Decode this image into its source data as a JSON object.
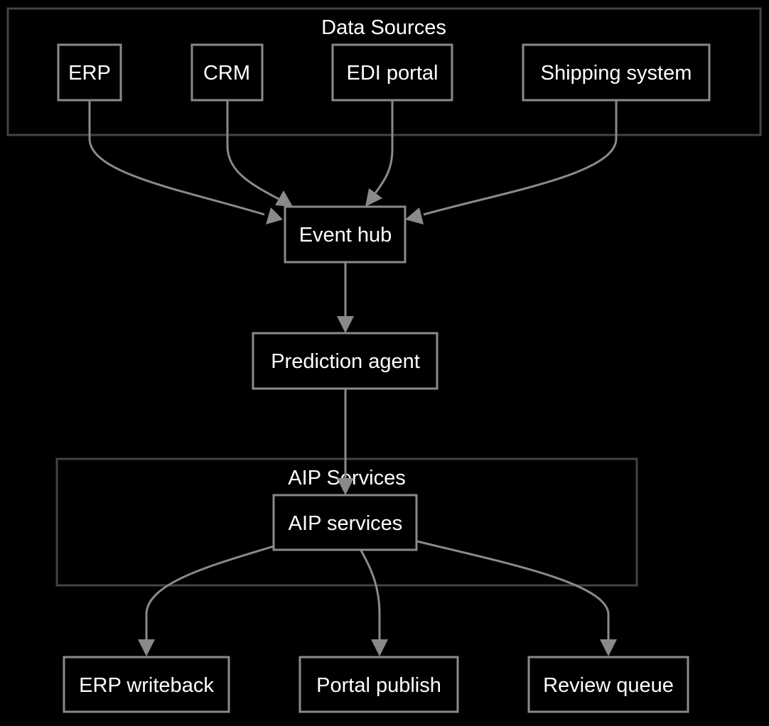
{
  "colors": {
    "background": "#000000",
    "node_border": "#8a8a8a",
    "cluster_border": "#444444",
    "edge": "#8a8a8a",
    "text": "#ffffff"
  },
  "clusters": {
    "data_sources": {
      "label": "Data Sources"
    },
    "aip_services": {
      "label": "AIP Services"
    }
  },
  "nodes": {
    "erp": {
      "label": "ERP"
    },
    "crm": {
      "label": "CRM"
    },
    "edi_portal": {
      "label": "EDI portal"
    },
    "shipping_system": {
      "label": "Shipping system"
    },
    "event_hub": {
      "label": "Event hub"
    },
    "prediction_agent": {
      "label": "Prediction agent"
    },
    "aip_services": {
      "label": "AIP services"
    },
    "erp_writeback": {
      "label": "ERP writeback"
    },
    "portal_publish": {
      "label": "Portal publish"
    },
    "review_queue": {
      "label": "Review queue"
    }
  },
  "edges": [
    {
      "from": "erp",
      "to": "event_hub"
    },
    {
      "from": "crm",
      "to": "event_hub"
    },
    {
      "from": "edi_portal",
      "to": "event_hub"
    },
    {
      "from": "shipping_system",
      "to": "event_hub"
    },
    {
      "from": "event_hub",
      "to": "prediction_agent"
    },
    {
      "from": "prediction_agent",
      "to": "aip_services"
    },
    {
      "from": "aip_services",
      "to": "erp_writeback"
    },
    {
      "from": "aip_services",
      "to": "portal_publish"
    },
    {
      "from": "aip_services",
      "to": "review_queue"
    }
  ]
}
